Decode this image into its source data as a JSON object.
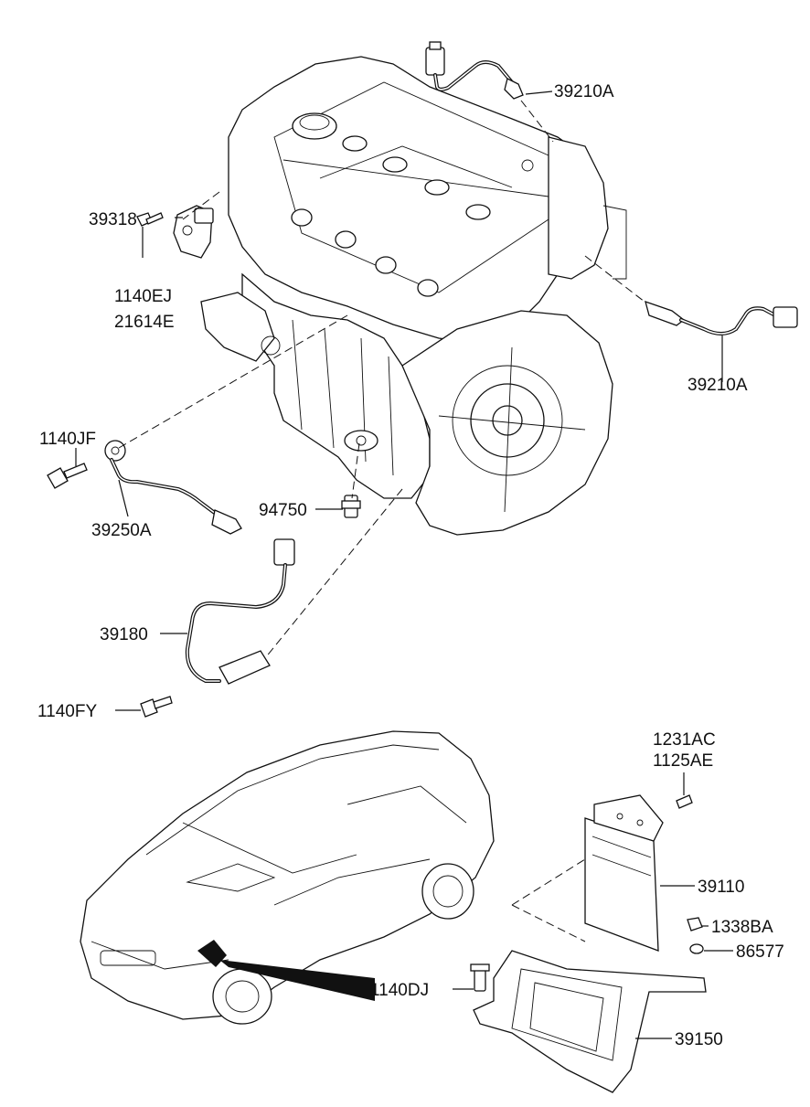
{
  "labels": {
    "p39210a_top": "39210A",
    "p39210a_right": "39210A",
    "p39318": "39318",
    "p1140ej": "1140EJ",
    "p21614e": "21614E",
    "p1140jf": "1140JF",
    "p39250a": "39250A",
    "p94750": "94750",
    "p39180": "39180",
    "p1140fy": "1140FY",
    "p1231ac": "1231AC",
    "p1125ae": "1125AE",
    "p39110": "39110",
    "p1338ba": "1338BA",
    "p86577": "86577",
    "p1140dj": "1140DJ",
    "p39150": "39150"
  }
}
